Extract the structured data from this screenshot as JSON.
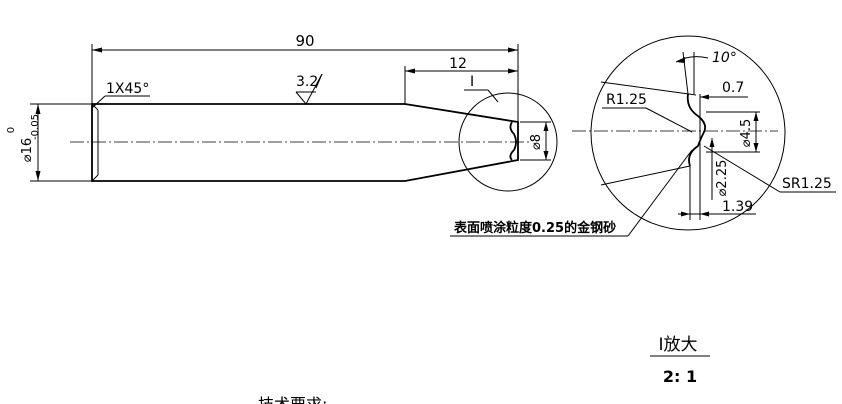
{
  "main_view": {
    "length_dim": "90",
    "taper_length_dim": "12",
    "chamfer": "1X45°",
    "roughness": "3.2",
    "detail_label": "I",
    "tip_dia": "⌀8",
    "shaft_dia": "⌀16",
    "tol_upper": "0",
    "tol_lower": "-0.05"
  },
  "detail_view": {
    "angle": "10°",
    "groove_offset": "0.7",
    "radius": "R1.25",
    "dia_outer": "⌀4.5",
    "dia_inner": "⌀2.25",
    "sphere_radius": "SR1.25",
    "depth": "1.39"
  },
  "note": "表面喷涂粒度0.25的金钢砂",
  "scale_title": "I放大",
  "scale_ratio": "2: 1",
  "tech_requirements": "技术要求:"
}
